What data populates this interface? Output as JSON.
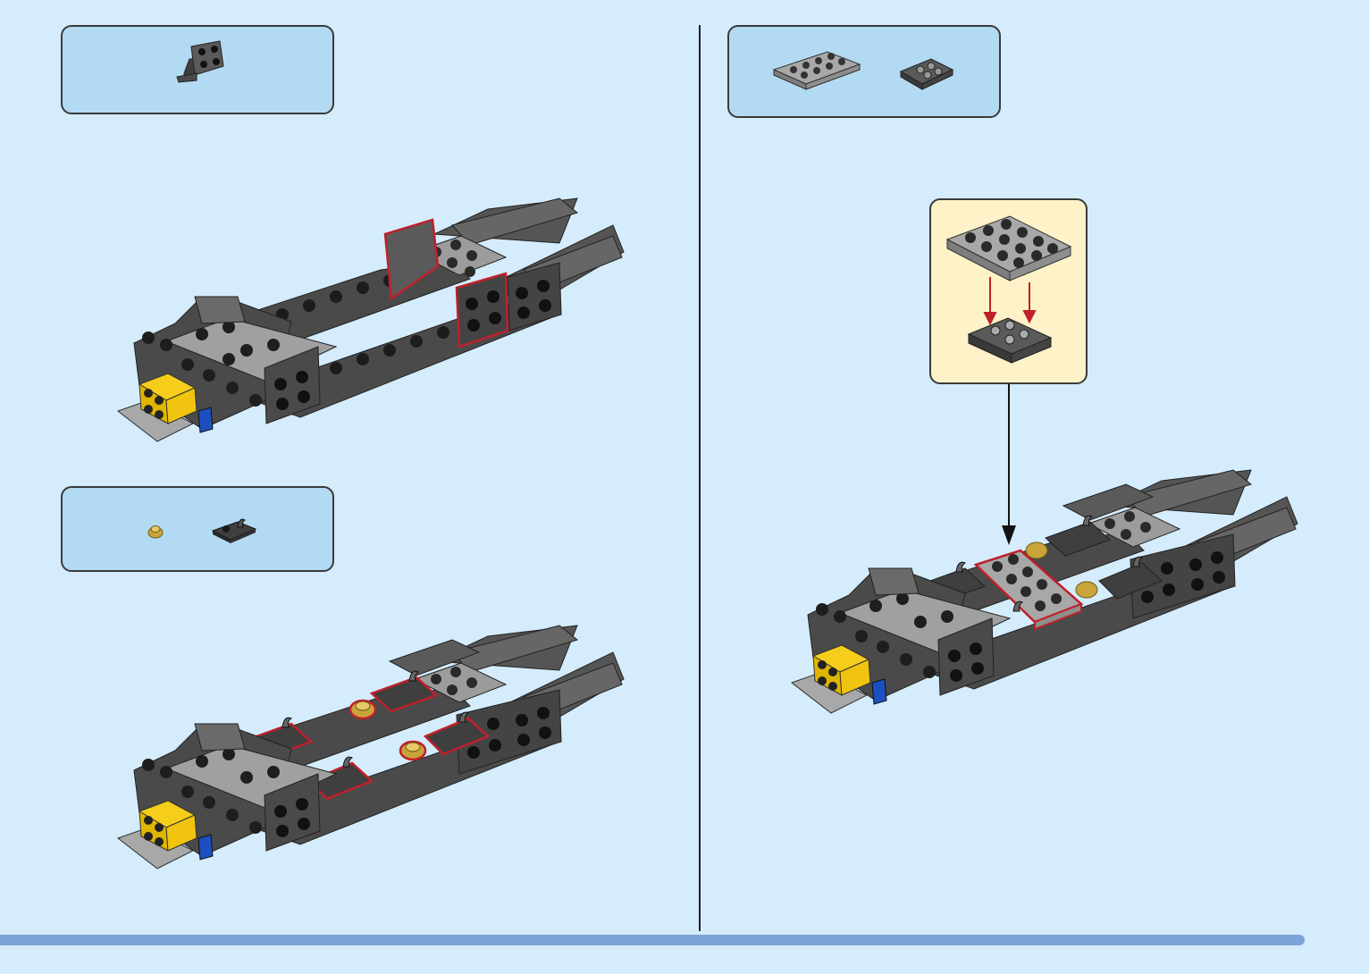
{
  "steps": [
    {
      "parts": [
        "bracket-1x2-2x2-dark-gray"
      ]
    },
    {
      "parts": [
        "round-plate-1x1-gold",
        "plate-1x2-clip-dark-gray"
      ]
    },
    {
      "parts": [
        "plate-2x4-light-gray",
        "plate-2x2-inverted-dark-gray"
      ]
    }
  ],
  "colors": {
    "background": "#d4ecfb",
    "parts_box": "#b3daf3",
    "callout": "#fdf2c8",
    "highlight": "#c0202a",
    "dark_gray": "#4a4a4a",
    "light_gray": "#9c9c9c",
    "yellow": "#f5cd1a",
    "gold": "#c9a43a"
  }
}
